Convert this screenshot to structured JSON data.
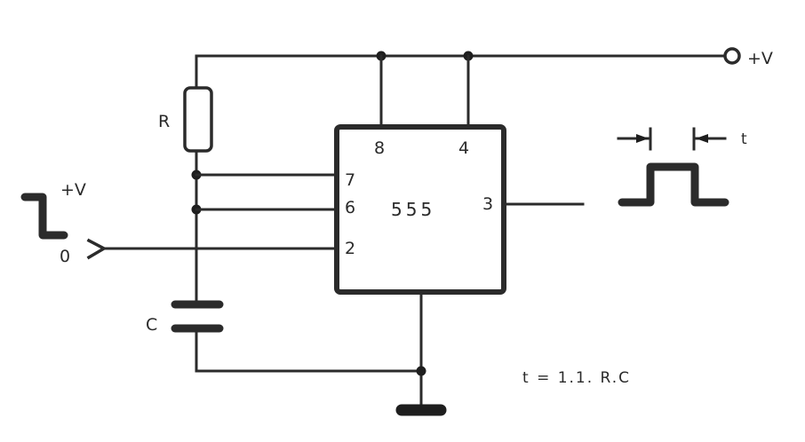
{
  "diagram": {
    "title": "555 monostable timer",
    "ic": {
      "name": "555",
      "pins": {
        "p8": "8",
        "p4": "4",
        "p7": "7",
        "p6": "6",
        "p2": "2",
        "p3": "3"
      }
    },
    "supply_label": "+V",
    "resistor_label": "R",
    "capacitor_label": "C",
    "trigger": {
      "high_label": "+V",
      "low_label": "0"
    },
    "output_pulse": {
      "width_label": "t"
    },
    "formula": "t = 1.1. R.C"
  }
}
